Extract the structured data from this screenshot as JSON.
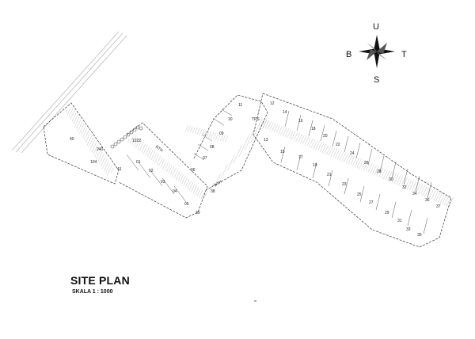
{
  "title": "SITE PLAN",
  "scale": "SKALA  1 : 1000",
  "compass": {
    "north": "U",
    "south": "S",
    "west": "B",
    "east": "T"
  },
  "segment_a_labels": [
    "40",
    "240",
    "01",
    "02",
    "03",
    "04",
    "05",
    "39",
    "41"
  ],
  "segment_b_labels": [
    "06",
    "07",
    "08",
    "09",
    "10",
    "11",
    "38"
  ],
  "segment_c_labels": [
    "12",
    "13",
    "14",
    "15",
    "16",
    "17",
    "18",
    "19",
    "20",
    "21",
    "22",
    "23",
    "24",
    "25",
    "26",
    "27",
    "28",
    "29",
    "30",
    "31",
    "32",
    "33",
    "34",
    "35",
    "36",
    "37"
  ],
  "road_labels": [
    "1222",
    "RTH",
    "RTH",
    "TPS",
    "104"
  ],
  "colors": {
    "line": "#333333",
    "hatch": "#9a9a9a",
    "tree": "#444444"
  }
}
